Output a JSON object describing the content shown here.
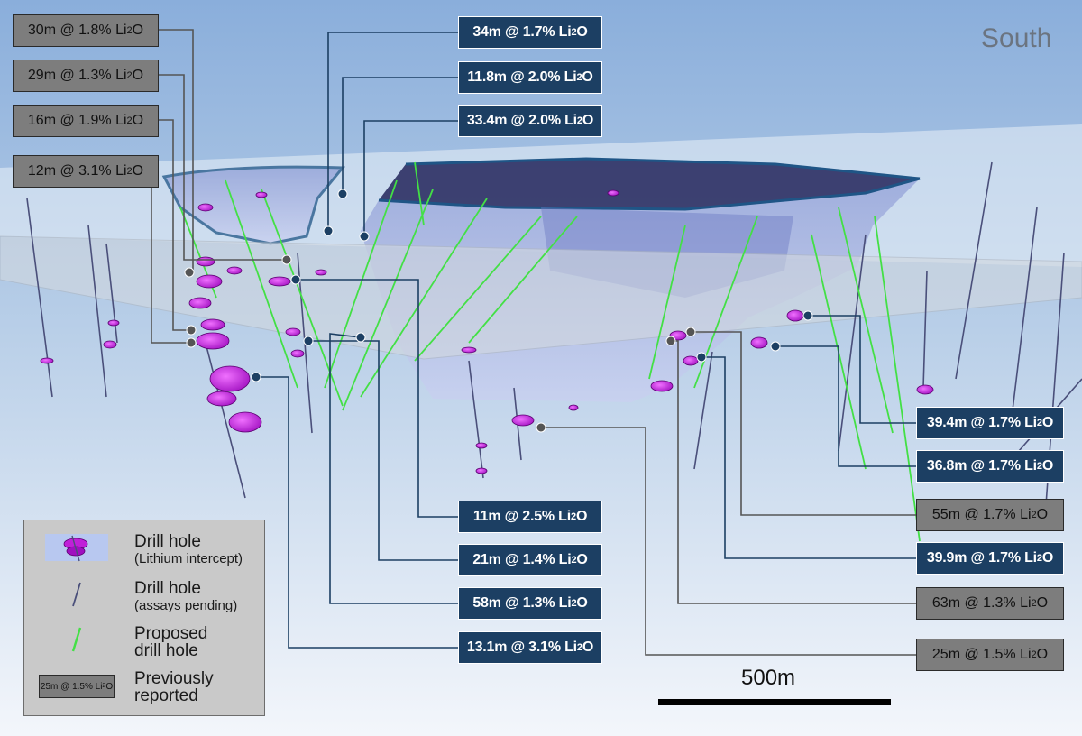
{
  "compass_label": "South",
  "scale_label": "500m",
  "colors": {
    "new_result_box": "#1c3f63",
    "previous_result_box": "#7d7d7d",
    "lithium_intercept": "#c020d8",
    "proposed_hole": "#43e045",
    "pending_hole": "#4a4f7a"
  },
  "callouts_left": [
    {
      "length": "30m",
      "grade": "1.8%"
    },
    {
      "length": "29m",
      "grade": "1.3%"
    },
    {
      "length": "16m",
      "grade": "1.9%"
    },
    {
      "length": "12m",
      "grade": "3.1%"
    }
  ],
  "callouts_top": [
    {
      "length": "34m",
      "grade": "1.7%"
    },
    {
      "length": "11.8m",
      "grade": "2.0%"
    },
    {
      "length": "33.4m",
      "grade": "2.0%"
    }
  ],
  "callouts_middle": [
    {
      "length": "11m",
      "grade": "2.5%"
    },
    {
      "length": "21m",
      "grade": "1.4%"
    },
    {
      "length": "58m",
      "grade": "1.3%"
    },
    {
      "length": "13.1m",
      "grade": "3.1%"
    }
  ],
  "callouts_right": [
    {
      "length": "39.4m",
      "grade": "1.7%",
      "status": "new"
    },
    {
      "length": "36.8m",
      "grade": "1.7%",
      "status": "new"
    },
    {
      "length": "55m",
      "grade": "1.7%",
      "status": "previous"
    },
    {
      "length": "39.9m",
      "grade": "1.7%",
      "status": "new"
    },
    {
      "length": "63m",
      "grade": "1.3%",
      "status": "previous"
    },
    {
      "length": "25m",
      "grade": "1.5%",
      "status": "previous"
    }
  ],
  "legend": {
    "intercept_title": "Drill hole",
    "intercept_note": "(Lithium intercept)",
    "pending_title": "Drill hole",
    "pending_note": "(assays pending)",
    "proposed_line1": "Proposed",
    "proposed_line2": "drill hole",
    "previous_line1": "Previously",
    "previous_line2": "reported",
    "previous_sample": {
      "length": "25m",
      "grade": "1.5%"
    }
  }
}
